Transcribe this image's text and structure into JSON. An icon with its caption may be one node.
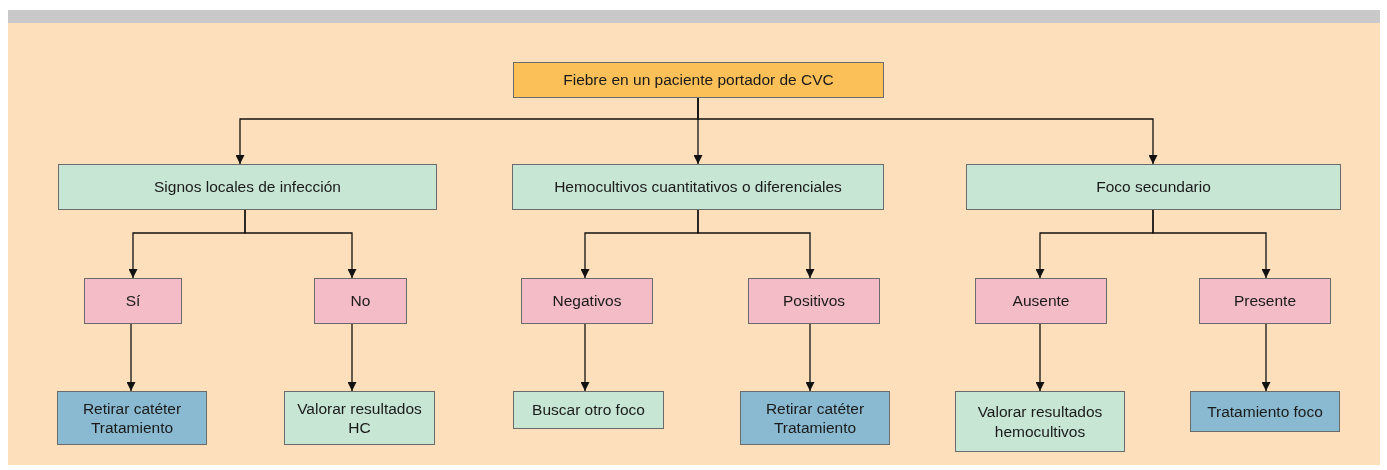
{
  "diagram": {
    "nodes": [
      {
        "text": [
          "Fiebre en un paciente portador de CVC"
        ]
      },
      {
        "text": [
          "Signos locales de infección"
        ]
      },
      {
        "text": [
          "Hemocultivos cuantitativos o diferenciales"
        ]
      },
      {
        "text": [
          "Foco secundario"
        ]
      },
      {
        "text": [
          "Sí"
        ]
      },
      {
        "text": [
          "No"
        ]
      },
      {
        "text": [
          "Negativos"
        ]
      },
      {
        "text": [
          "Positivos"
        ]
      },
      {
        "text": [
          "Ausente"
        ]
      },
      {
        "text": [
          "Presente"
        ]
      },
      {
        "text": [
          "Retirar catéter Tratamiento"
        ]
      },
      {
        "text": [
          "Valorar resultados HC"
        ]
      },
      {
        "text": [
          "Buscar otro foco"
        ]
      },
      {
        "text": [
          "Retirar catéter Tratamiento"
        ]
      },
      {
        "text": [
          "Valorar resultados hemocultivos"
        ]
      },
      {
        "text": [
          "Tratamiento foco"
        ]
      }
    ],
    "edges": [
      {
        "from": 0,
        "to": 1,
        "arrow": "to"
      },
      {
        "from": 0,
        "to": 2,
        "arrow": "to"
      },
      {
        "from": 0,
        "to": 3,
        "arrow": "to"
      },
      {
        "from": 1,
        "to": 4,
        "arrow": "to"
      },
      {
        "from": 1,
        "to": 5,
        "arrow": "to"
      },
      {
        "from": 2,
        "to": 6,
        "arrow": "to"
      },
      {
        "from": 2,
        "to": 7,
        "arrow": "to"
      },
      {
        "from": 3,
        "to": 8,
        "arrow": "to"
      },
      {
        "from": 3,
        "to": 9,
        "arrow": "to"
      },
      {
        "from": 4,
        "to": 10,
        "arrow": "to"
      },
      {
        "from": 5,
        "to": 11,
        "arrow": "to"
      },
      {
        "from": 6,
        "to": 12,
        "arrow": "to"
      },
      {
        "from": 7,
        "to": 13,
        "arrow": "to"
      },
      {
        "from": 8,
        "to": 14,
        "arrow": "to"
      },
      {
        "from": 9,
        "to": 15,
        "arrow": "to"
      }
    ]
  }
}
